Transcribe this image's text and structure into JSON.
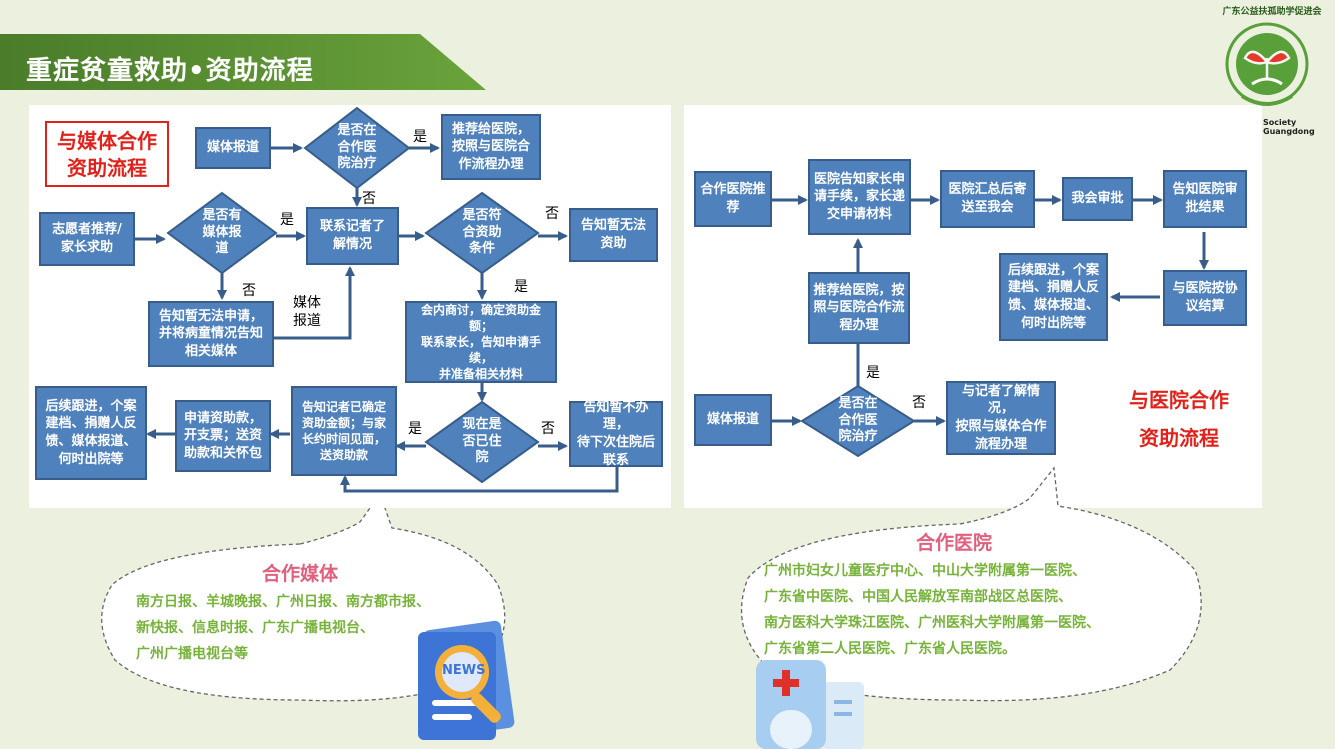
{
  "header": {
    "title": "重症贫童救助•资助流程"
  },
  "logo": {
    "arc_text": "广东公益扶孤助学促进会",
    "caption": "Society Guangdong"
  },
  "left": {
    "title_line1": "与媒体合作",
    "title_line2": "资助流程",
    "media_report": "媒体报道",
    "d_hospital": "是否在\n合作医\n院治疗",
    "recommend_hospital": "推荐给医院，\n按照与医院合\n作流程办理",
    "volunteer": "志愿者推荐/\n家长求助",
    "d_media": "是否有\n媒体报\n道",
    "contact_reporter": "联系记者了\n解情况",
    "d_condition": "是否符\n合资助\n条件",
    "cannot_fund": "告知暂无法\n资助",
    "cannot_apply": "告知暂无法申请，\n并将病童情况告知\n相关媒体",
    "meeting": "会内商讨，确定资助金额；\n联系家长，告知申请手续，\n并准备相关材料",
    "inform_reporter": "告知记者已确定\n资助金额；与家\n长约时间见面，\n送资助款",
    "d_inhospital": "现在是\n否已住\n院",
    "not_now": "告知暂不办理，\n待下次住院后\n联系",
    "apply_fund": "申请资助款，\n开支票；送资\n助款和关怀包",
    "followup": "后续跟进，个案\n建档、捐赠人反\n馈、媒体报道、\n何时出院等",
    "yes": "是",
    "no": "否",
    "media_report_label": "媒体\n报道"
  },
  "right": {
    "title_line1": "与医院合作",
    "title_line2": "资助流程",
    "partner_recommend": "合作医院推\n荐",
    "hospital_inform": "医院告知家长申\n请手续，家长递\n交申请材料",
    "hospital_send": "医院汇总后寄\n送至我会",
    "approve": "我会审批",
    "inform_result": "告知医院审\n批结果",
    "recommend": "推荐给医院，按\n照与医院合作流\n程办理",
    "followup": "后续跟进，个案\n建档、捐赠人反\n馈、媒体报道、\n何时出院等",
    "settle": "与医院按协\n议结算",
    "media_report": "媒体报道",
    "d_hospital": "是否在\n合作医\n院治疗",
    "reporter_flow": "与记者了解情况，\n按照与媒体合作\n流程办理",
    "yes": "是",
    "no": "否"
  },
  "bubble_media": {
    "title": "合作媒体",
    "lines": [
      "南方日报、羊城晚报、广州日报、南方都市报、",
      "新快报、信息时报、广东广播电视台、",
      "广州广播电视台等"
    ],
    "news_icon_text": "NEWS"
  },
  "bubble_hospital": {
    "title": "合作医院",
    "lines": [
      "广州市妇女儿童医疗中心、中山大学附属第一医院、",
      "广东省中医院、中国人民解放军南部战区总医院、",
      "南方医科大学珠江医院、广州医科大学附属第一医院、",
      "广东省第二人民医院、广东省人民医院。"
    ]
  },
  "colors": {
    "box": "#4f81bd",
    "box_border": "#385d8a",
    "red": "#e0221b",
    "green_text": "#77b33b",
    "pink_title": "#e0607e",
    "header": "#4a7c2a"
  }
}
